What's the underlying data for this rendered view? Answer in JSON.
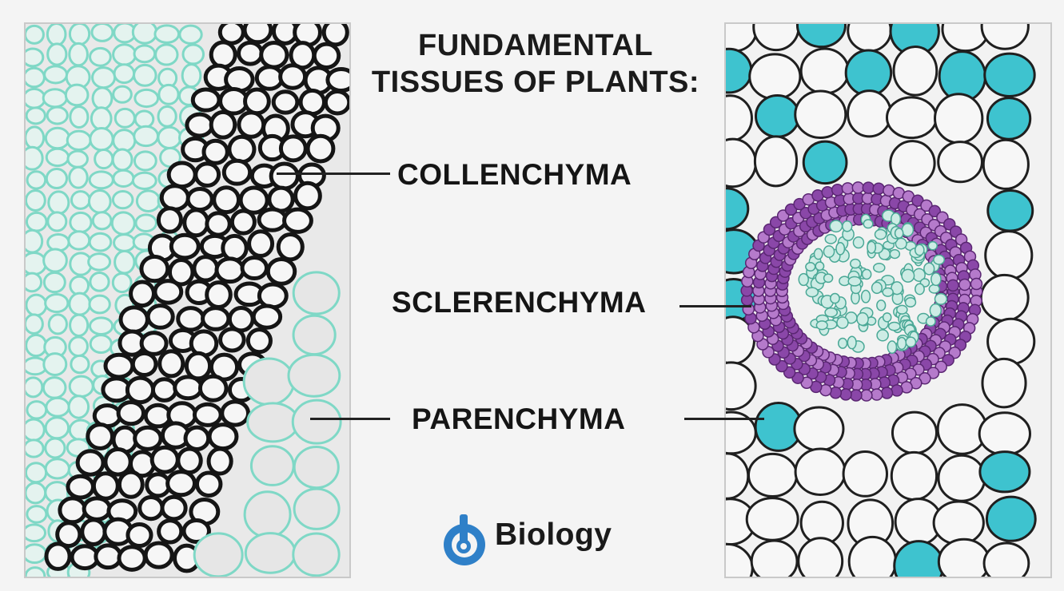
{
  "title_line1": "FUNDAMENTAL",
  "title_line2": "TISSUES OF PLANTS:",
  "labels": {
    "collenchyma": "COLLENCHYMA",
    "sclerenchyma": "SCLERENCHYMA",
    "parenchyma": "PARENCHYMA"
  },
  "logo": {
    "word": "Biology"
  },
  "colors": {
    "cell_wall_dark": "#151515",
    "teal": "#7fd8c6",
    "turquoise": "#3ec3cf",
    "purple": "#8a47a8",
    "background": "#f4f4f4"
  },
  "icons": [
    "biology-logo-icon"
  ]
}
